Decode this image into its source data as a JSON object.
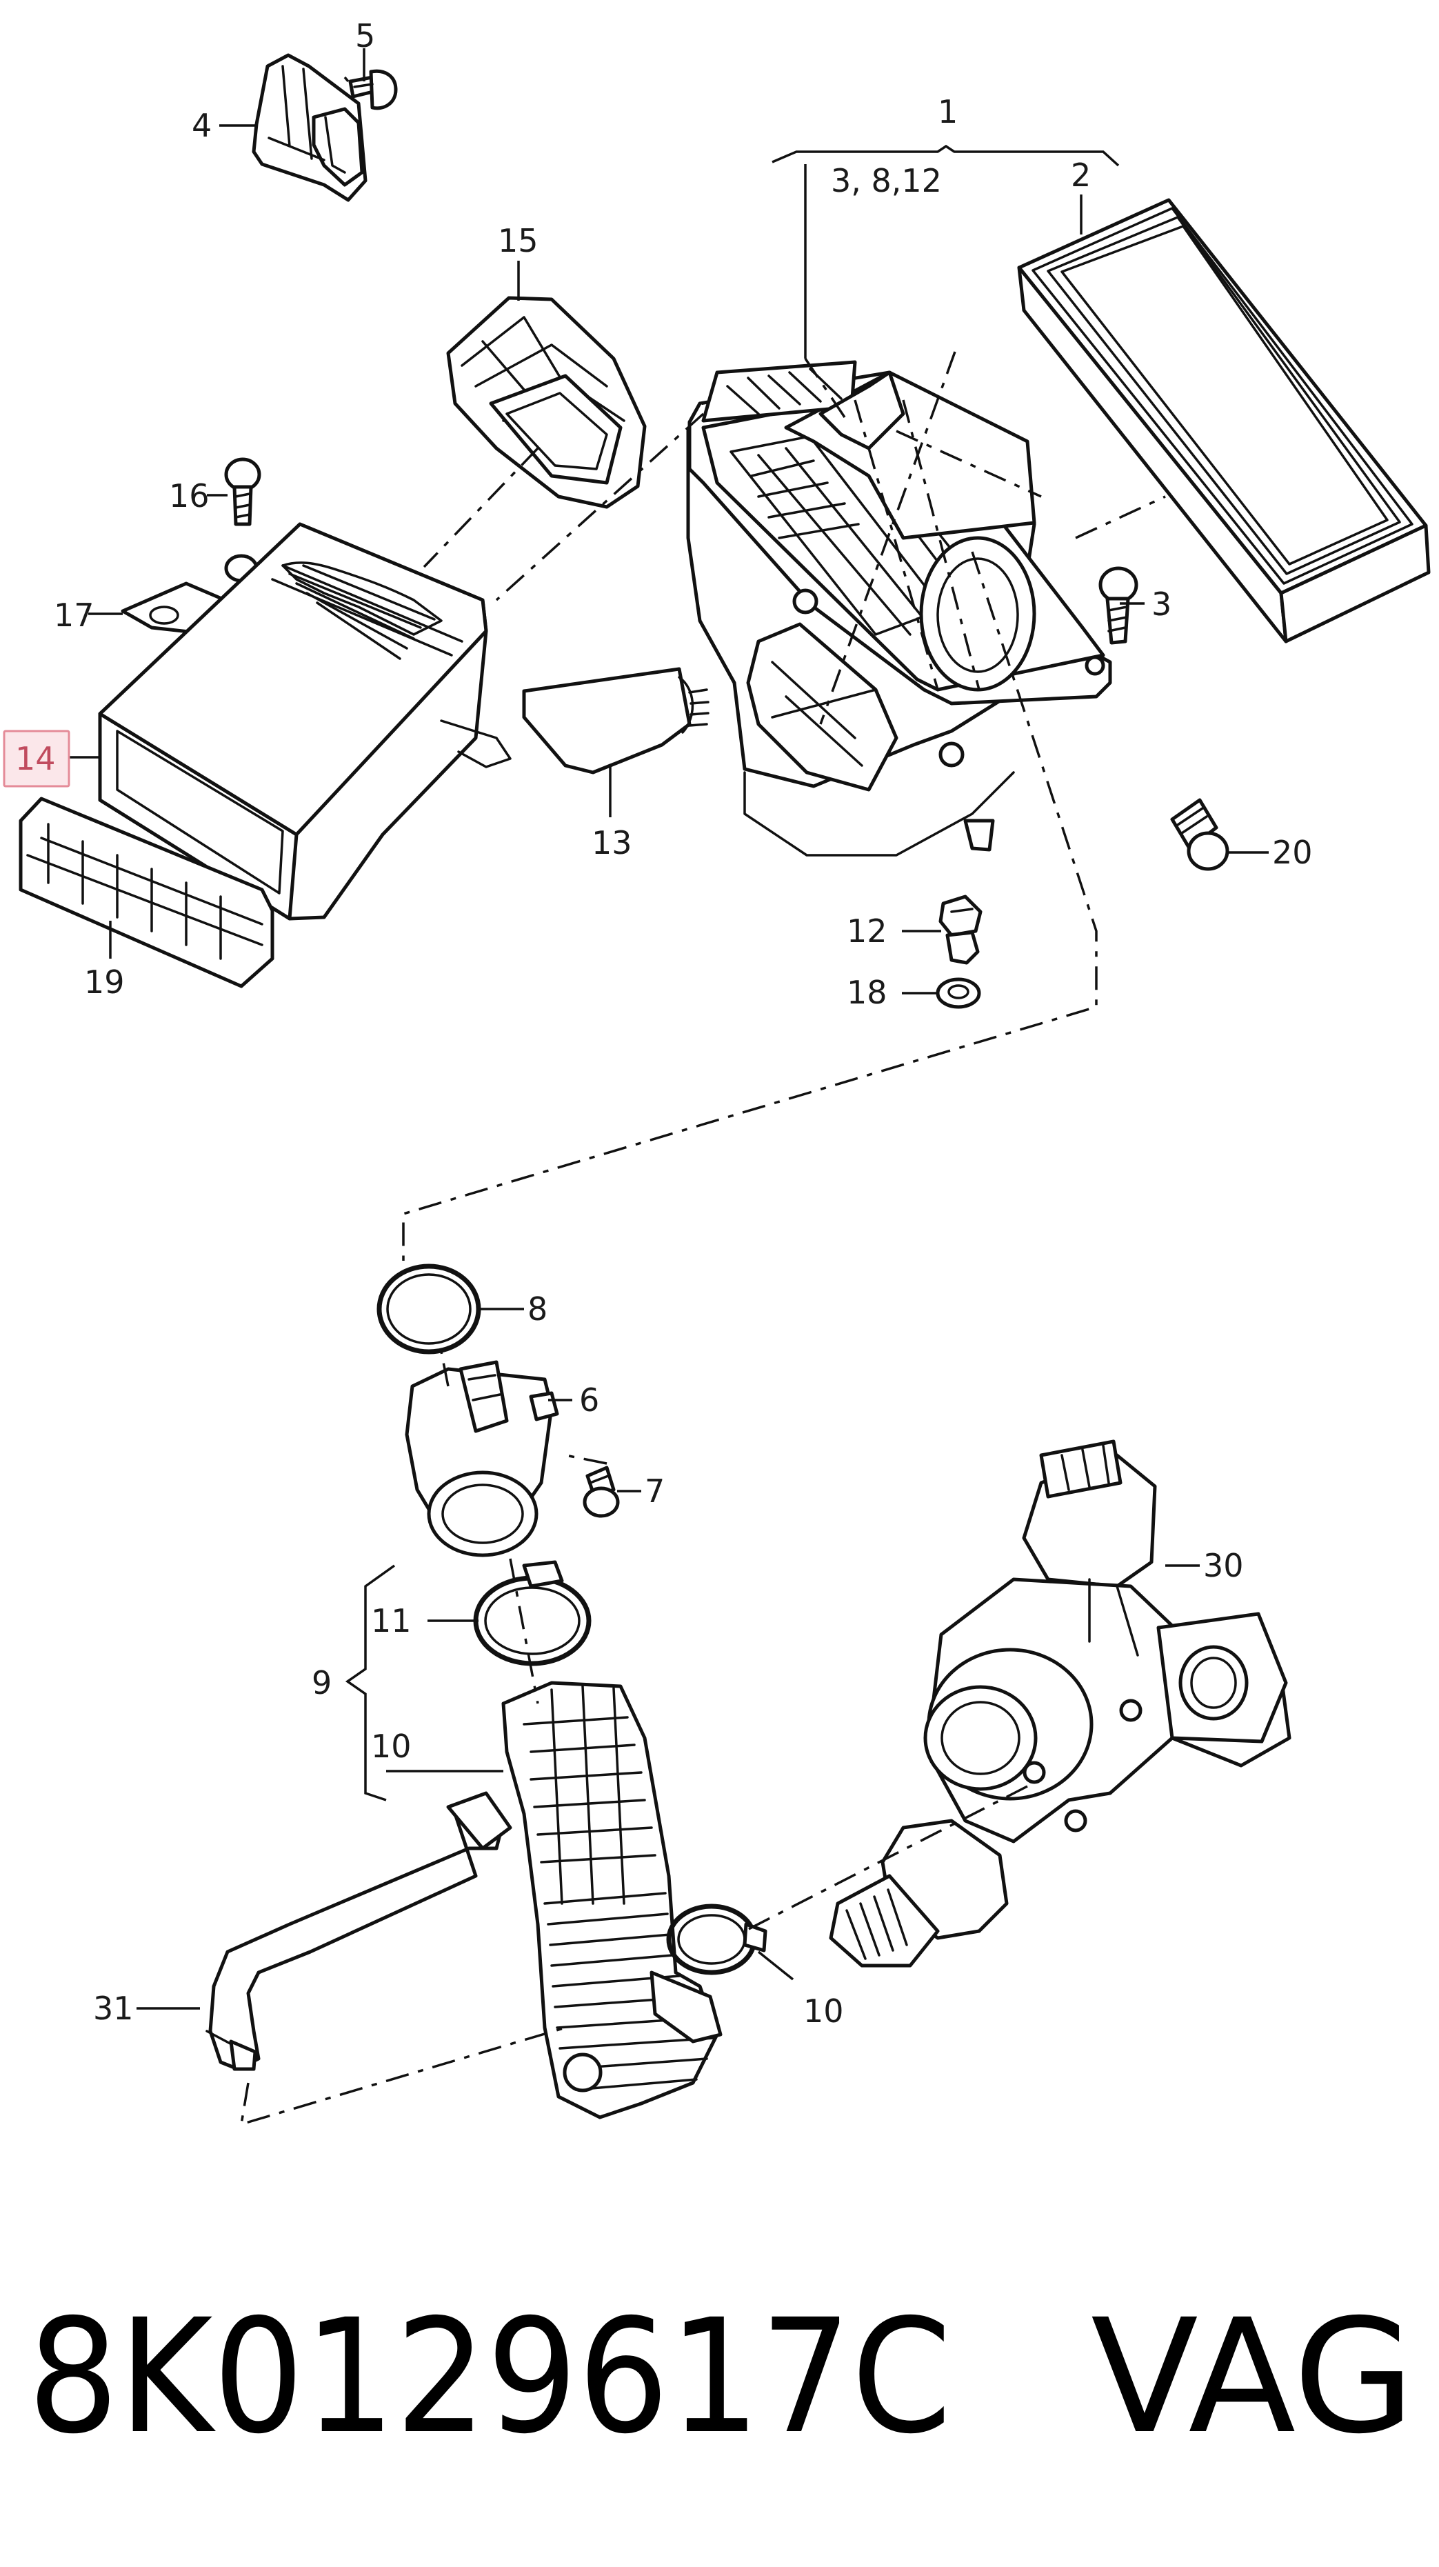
{
  "diagram": {
    "callouts": [
      "1",
      "3, 8,12",
      "2",
      "3",
      "4",
      "5",
      "15",
      "16",
      "17",
      "14",
      "19",
      "13",
      "12",
      "18",
      "20",
      "8",
      "6",
      "7",
      "30",
      "11",
      "9",
      "10",
      "10",
      "31"
    ],
    "highlighted_callout": "14",
    "highlight_color": "#e48b98",
    "footer": {
      "part_number": "8K0129617C",
      "brand": "VAG"
    }
  }
}
